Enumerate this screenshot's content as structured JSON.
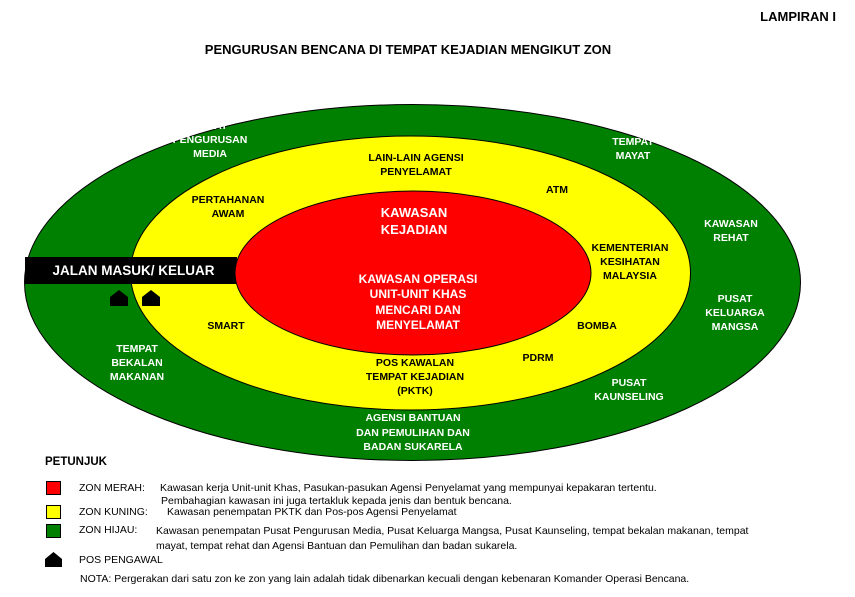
{
  "header": {
    "appendix": "LAMPIRAN I",
    "title": "PENGURUSAN BENCANA DI TEMPAT KEJADIAN MENGIKUT ZON"
  },
  "colors": {
    "green_zone": "#008000",
    "yellow_zone": "#ffff00",
    "red_zone": "#ff0000",
    "road": "#000000",
    "guard_post": "#000000",
    "outline": "#000000"
  },
  "diagram": {
    "road_label": "JALAN MASUK/ KELUAR",
    "guard_post_icon": "house-icon",
    "green_zone_labels": [
      {
        "lines": [
          "PUSAT",
          "PENGURUSAN",
          "MEDIA"
        ]
      },
      {
        "lines": [
          "TEMPAT",
          "MAYAT"
        ]
      },
      {
        "lines": [
          "KAWASAN",
          "REHAT"
        ]
      },
      {
        "lines": [
          "PUSAT",
          "KELUARGA",
          "MANGSA"
        ]
      },
      {
        "lines": [
          "PUSAT",
          "KAUNSELING"
        ]
      },
      {
        "lines": [
          "AGENSI BANTUAN",
          "DAN PEMULIHAN DAN",
          "BADAN SUKARELA"
        ]
      },
      {
        "lines": [
          "TEMPAT",
          "BEKALAN",
          "MAKANAN"
        ]
      }
    ],
    "yellow_zone_labels": [
      {
        "lines": [
          "LAIN-LAIN AGENSI",
          "PENYELAMAT"
        ]
      },
      {
        "lines": [
          "ATM"
        ]
      },
      {
        "lines": [
          "PERTAHANAN",
          "AWAM"
        ]
      },
      {
        "lines": [
          "KEMENTERIAN",
          "KESIHATAN",
          "MALAYSIA"
        ]
      },
      {
        "lines": [
          "BOMBA"
        ]
      },
      {
        "lines": [
          "SMART"
        ]
      },
      {
        "lines": [
          "PDRM"
        ]
      },
      {
        "lines": [
          "POS KAWALAN",
          "TEMPAT KEJADIAN",
          "(PKTK)"
        ]
      }
    ],
    "red_zone_labels": [
      {
        "lines": [
          "KAWASAN",
          "KEJADIAN"
        ]
      },
      {
        "lines": [
          "KAWASAN OPERASI",
          "UNIT-UNIT KHAS",
          "MENCARI DAN",
          "MENYELAMAT"
        ]
      }
    ]
  },
  "legend": {
    "heading": "PETUNJUK",
    "items": [
      {
        "key": "ZON MERAH:",
        "lines": [
          "Kawasan kerja Unit-unit Khas, Pasukan-pasukan Agensi Penyelamat yang mempunyai kepakaran tertentu.",
          "Pembahagian kawasan ini juga tertakluk kepada jenis dan bentuk bencana."
        ]
      },
      {
        "key": "ZON KUNING:",
        "lines": [
          "Kawasan penempatan PKTK dan Pos-pos Agensi Penyelamat"
        ]
      },
      {
        "key": "ZON HIJAU:",
        "lines": [
          "Kawasan penempatan Pusat Pengurusan Media, Pusat Keluarga Mangsa, Pusat Kaunseling, tempat bekalan makanan, tempat",
          "mayat, tempat rehat dan Agensi Bantuan dan Pemulihan dan badan sukarela."
        ]
      },
      {
        "key": "POS PENGAWAL",
        "icon": "house-icon"
      }
    ],
    "note": "NOTA: Pergerakan dari satu zon ke zon yang lain adalah tidak dibenarkan kecuali dengan kebenaran Komander Operasi Bencana."
  }
}
